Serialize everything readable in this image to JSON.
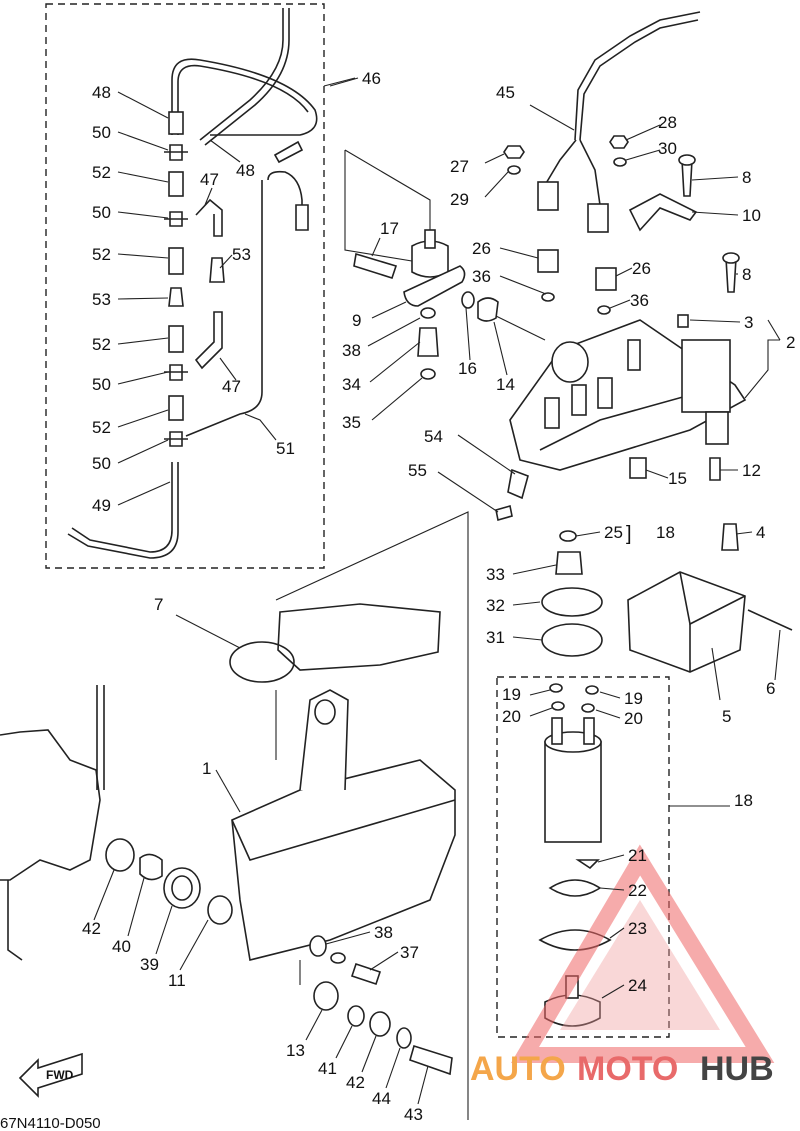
{
  "diagram_code": "67N4110-D050",
  "fwd_label": "FWD",
  "watermark": {
    "part1": "AUTO",
    "part2": "MOTO",
    "part3": "HUB"
  },
  "labels": {
    "l1": "1",
    "l2": "2",
    "l3": "3",
    "l4": "4",
    "l5": "5",
    "l6": "6",
    "l7": "7",
    "l8a": "8",
    "l8b": "8",
    "l9": "9",
    "l10": "10",
    "l11": "11",
    "l12": "12",
    "l13": "13",
    "l14": "14",
    "l15": "15",
    "l16": "16",
    "l17": "17",
    "l18a": "18",
    "l18b": "18",
    "l19a": "19",
    "l19b": "19",
    "l20a": "20",
    "l20b": "20",
    "l21": "21",
    "l22": "22",
    "l23": "23",
    "l24": "24",
    "l25": "25",
    "l26a": "26",
    "l26b": "26",
    "l27": "27",
    "l28": "28",
    "l29": "29",
    "l30": "30",
    "l31": "31",
    "l32": "32",
    "l33": "33",
    "l34": "34",
    "l35": "35",
    "l36a": "36",
    "l36b": "36",
    "l37": "37",
    "l38a": "38",
    "l38b": "38",
    "l39": "39",
    "l40": "40",
    "l41": "41",
    "l42a": "42",
    "l42b": "42",
    "l43": "43",
    "l44": "44",
    "l45": "45",
    "l46": "46",
    "l47a": "47",
    "l47b": "47",
    "l48a": "48",
    "l48b": "48",
    "l49": "49",
    "l50a": "50",
    "l50b": "50",
    "l50c": "50",
    "l50d": "50",
    "l51": "51",
    "l52a": "52",
    "l52b": "52",
    "l52c": "52",
    "l52d": "52",
    "l53a": "53",
    "l53b": "53",
    "l54": "54",
    "l55": "55"
  }
}
